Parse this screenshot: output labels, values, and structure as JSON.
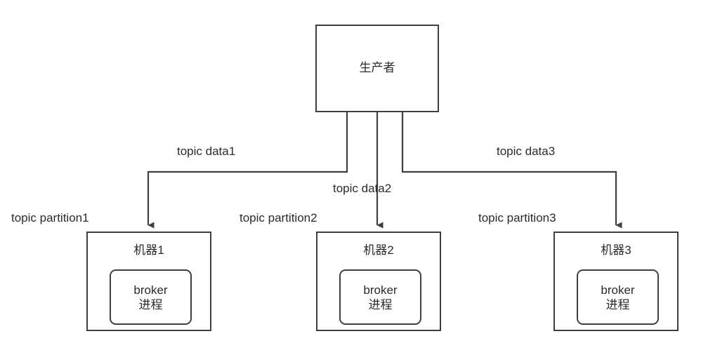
{
  "diagram": {
    "type": "kafka-producer-broker-topology",
    "background_color": "#ffffff",
    "stroke_color": "#3f3f3f",
    "text_color": "#2b2b2b",
    "producer": {
      "label": "生产者"
    },
    "edges": [
      {
        "id": "edge-1",
        "data_label": "topic data1",
        "partition_label": "topic partition1",
        "target": "机器1"
      },
      {
        "id": "edge-2",
        "data_label": "topic data2",
        "partition_label": "topic partition2",
        "target": "机器2"
      },
      {
        "id": "edge-3",
        "data_label": "topic data3",
        "partition_label": "topic partition3",
        "target": "机器3"
      }
    ],
    "machines": [
      {
        "id": "machine-1",
        "title": "机器1",
        "process_name": "broker",
        "process_suffix": "进程"
      },
      {
        "id": "machine-2",
        "title": "机器2",
        "process_name": "broker",
        "process_suffix": "进程"
      },
      {
        "id": "machine-3",
        "title": "机器3",
        "process_name": "broker",
        "process_suffix": "进程"
      }
    ]
  }
}
